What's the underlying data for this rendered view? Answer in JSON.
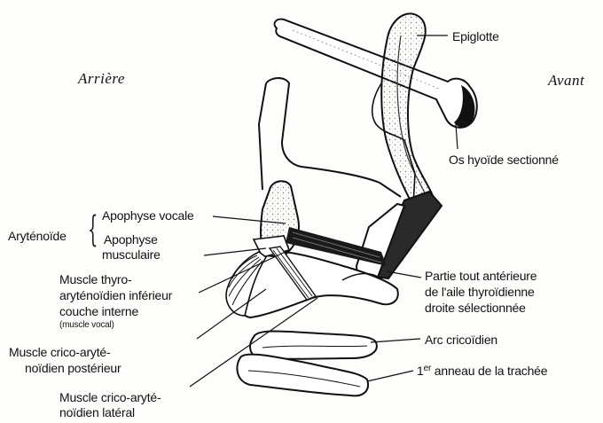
{
  "orientation": {
    "back": "Arrière",
    "front": "Avant"
  },
  "labels": {
    "epiglotte": "Epiglotte",
    "os_hyoide": "Os hyoïde sectionné",
    "arytenoide": "Aryténoïde",
    "apophyse_vocale": "Apophyse vocale",
    "apophyse_musculaire_1": "Apophyse",
    "apophyse_musculaire_2": "musculaire",
    "thyro_1": "Muscle thyro-",
    "thyro_2": "aryténoïdien inférieur",
    "thyro_3": "couche interne",
    "thyro_4": "(muscle vocal)",
    "crico_post_1": "Muscle crico-aryté-",
    "crico_post_2": "noïdien postérieur",
    "crico_lat_1": "Muscle crico-aryté-",
    "crico_lat_2": "noïdien latéral",
    "partie_1": "Partie tout antérieure",
    "partie_2": "de l'aile thyroïdienne",
    "partie_3": "droite sélectionnée",
    "arc": "Arc cricoïdien",
    "anneau_sup": "er",
    "anneau_pre": "1",
    "anneau_rest": " anneau de la trachée"
  },
  "colors": {
    "ink": "#111111",
    "shade": "#2a2a2a",
    "paper": "#fdfdfb"
  }
}
